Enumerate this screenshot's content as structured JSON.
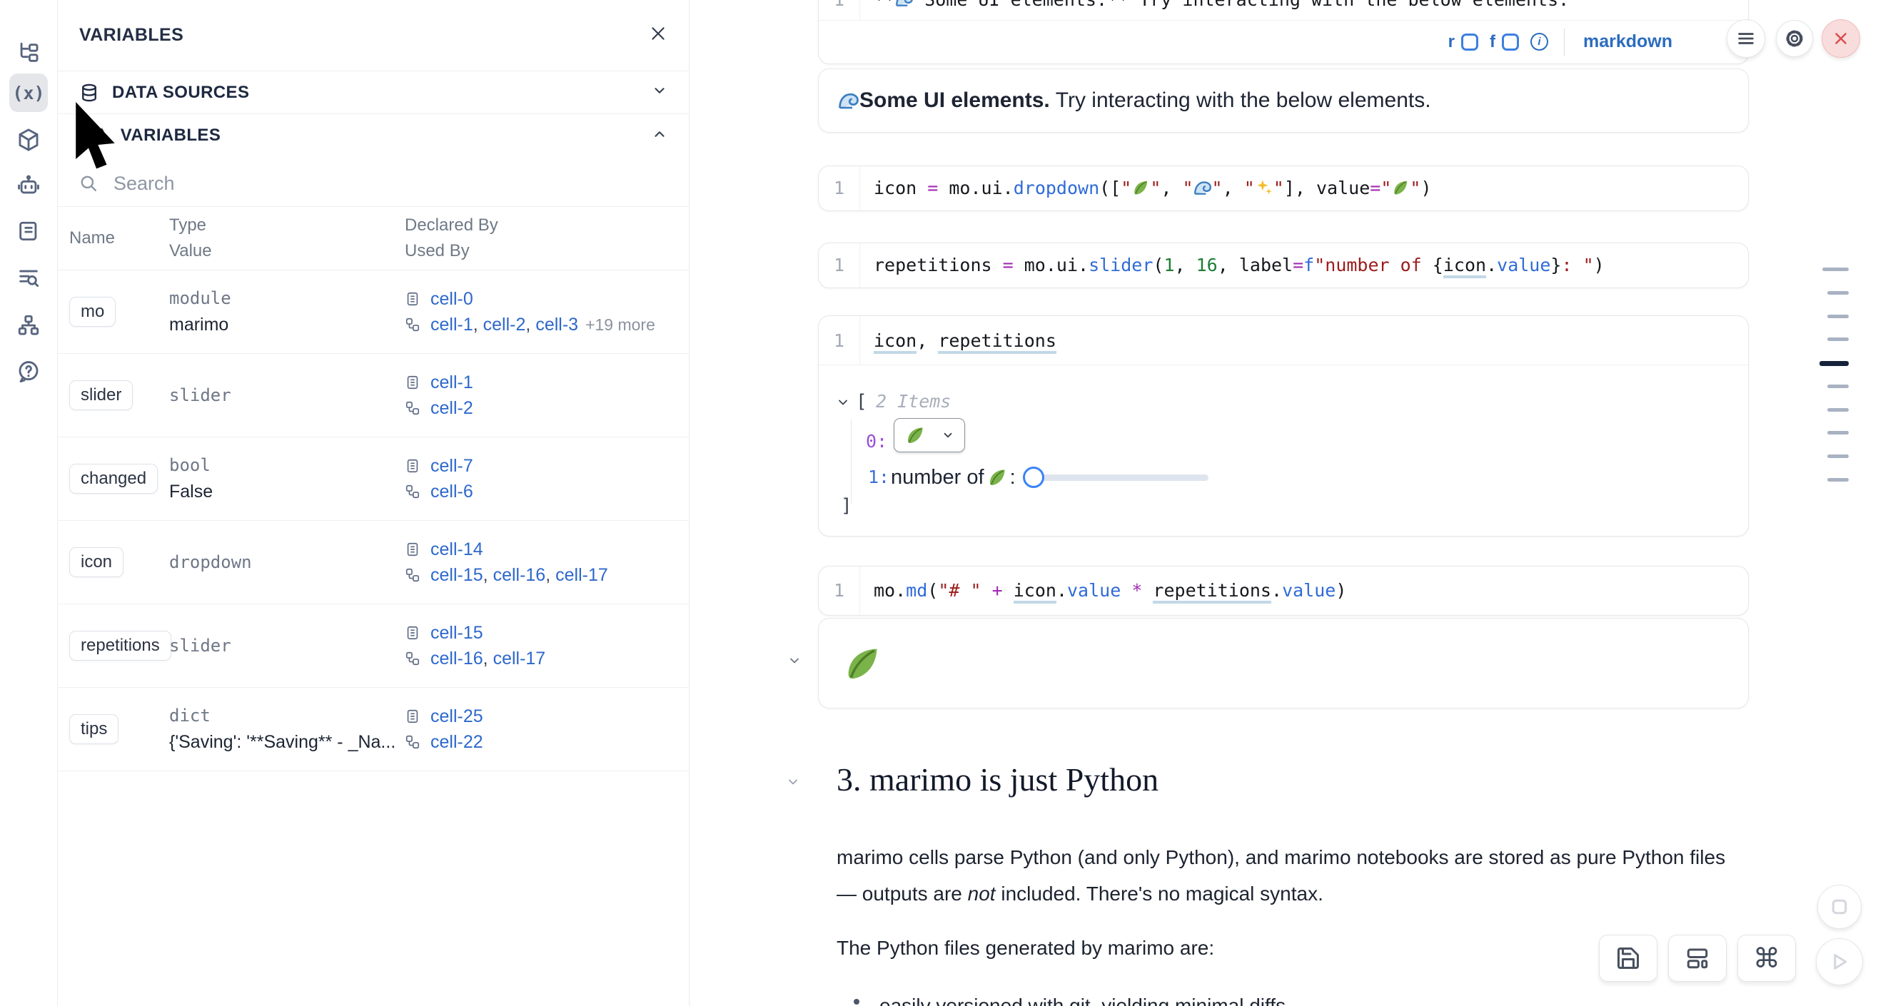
{
  "sidebar": {
    "items": [
      {
        "name": "file-tree"
      },
      {
        "name": "variables",
        "active": true
      },
      {
        "name": "packages"
      },
      {
        "name": "ai-assistant"
      },
      {
        "name": "snippets"
      },
      {
        "name": "logs"
      },
      {
        "name": "dependencies"
      },
      {
        "name": "help"
      }
    ]
  },
  "panel": {
    "title": "VARIABLES",
    "sections": [
      {
        "label": "DATA SOURCES",
        "state": "collapsed"
      },
      {
        "label": "VARIABLES",
        "state": "expanded"
      }
    ],
    "search": {
      "placeholder": "Search"
    },
    "table": {
      "headers": {
        "name": "Name",
        "type": "Type",
        "value": "Value",
        "declared": "Declared By",
        "used": "Used By"
      },
      "rows": [
        {
          "name": "mo",
          "type": "module",
          "value": "marimo",
          "declared": [
            "cell-0"
          ],
          "used": [
            "cell-1",
            "cell-2",
            "cell-3"
          ],
          "used_more": "+19 more"
        },
        {
          "name": "slider",
          "type": "slider",
          "value": "",
          "declared": [
            "cell-1"
          ],
          "used": [
            "cell-2"
          ],
          "used_more": ""
        },
        {
          "name": "changed",
          "type": "bool",
          "value": "False",
          "declared": [
            "cell-7"
          ],
          "used": [
            "cell-6"
          ],
          "used_more": ""
        },
        {
          "name": "icon",
          "type": "dropdown",
          "value": "",
          "declared": [
            "cell-14"
          ],
          "used": [
            "cell-15",
            "cell-16",
            "cell-17"
          ],
          "used_more": ""
        },
        {
          "name": "repetitions",
          "type": "slider",
          "value": "",
          "declared": [
            "cell-15"
          ],
          "used": [
            "cell-16",
            "cell-17"
          ],
          "used_more": ""
        },
        {
          "name": "tips",
          "type": "dict",
          "value": "{'Saving': '**Saving** - _Na...",
          "declared": [
            "cell-25"
          ],
          "used": [
            "cell-22"
          ],
          "used_more": ""
        }
      ]
    }
  },
  "notebook": {
    "cell_markdown_top": {
      "line_no": "1",
      "tokens": [
        {
          "t": "m",
          "x": "**"
        },
        {
          "t": "e",
          "k": "wave"
        },
        {
          "t": "m",
          "x": " Some UI elements.** Try interacting with the below elements."
        }
      ],
      "footer": {
        "r_label": "r",
        "f_label": "f",
        "info": "i",
        "language_label": "markdown"
      }
    },
    "markdown_output": {
      "bold": "Some UI elements.",
      "rest": "Try interacting with the below elements."
    },
    "cell_dropdown_def": {
      "line_no": "1",
      "tokens": [
        {
          "t": "v",
          "x": "icon "
        },
        {
          "t": "o",
          "x": "="
        },
        {
          "t": "v",
          "x": " mo"
        },
        {
          "t": "p",
          "x": "."
        },
        {
          "t": "v",
          "x": "ui"
        },
        {
          "t": "p",
          "x": "."
        },
        {
          "t": "f",
          "x": "dropdown"
        },
        {
          "t": "v",
          "x": "(["
        },
        {
          "t": "s",
          "x": "\""
        },
        {
          "t": "e",
          "k": "leaf"
        },
        {
          "t": "s",
          "x": "\""
        },
        {
          "t": "v",
          "x": ", "
        },
        {
          "t": "s",
          "x": "\""
        },
        {
          "t": "e",
          "k": "wave"
        },
        {
          "t": "s",
          "x": "\""
        },
        {
          "t": "v",
          "x": ", "
        },
        {
          "t": "s",
          "x": "\""
        },
        {
          "t": "e",
          "k": "sparkles"
        },
        {
          "t": "s",
          "x": "\""
        },
        {
          "t": "v",
          "x": "], value"
        },
        {
          "t": "o",
          "x": "="
        },
        {
          "t": "s",
          "x": "\""
        },
        {
          "t": "e",
          "k": "leaf"
        },
        {
          "t": "s",
          "x": "\""
        },
        {
          "t": "v",
          "x": ")"
        }
      ]
    },
    "cell_slider_def": {
      "line_no": "1",
      "tokens": [
        {
          "t": "v",
          "x": "repetitions "
        },
        {
          "t": "o",
          "x": "="
        },
        {
          "t": "v",
          "x": " mo"
        },
        {
          "t": "p",
          "x": "."
        },
        {
          "t": "v",
          "x": "ui"
        },
        {
          "t": "p",
          "x": "."
        },
        {
          "t": "f",
          "x": "slider"
        },
        {
          "t": "v",
          "x": "("
        },
        {
          "t": "n",
          "x": "1"
        },
        {
          "t": "v",
          "x": ", "
        },
        {
          "t": "n",
          "x": "16"
        },
        {
          "t": "v",
          "x": ", label"
        },
        {
          "t": "o",
          "x": "="
        },
        {
          "t": "f",
          "x": "f"
        },
        {
          "t": "s",
          "x": "\"number of "
        },
        {
          "t": "v",
          "x": "{"
        },
        {
          "t": "u",
          "x": "icon"
        },
        {
          "t": "p",
          "x": "."
        },
        {
          "t": "f",
          "x": "value"
        },
        {
          "t": "v",
          "x": "}"
        },
        {
          "t": "s",
          "x": ": \""
        },
        {
          "t": "v",
          "x": ")"
        }
      ]
    },
    "cell_tuple": {
      "line_no": "1",
      "tokens": [
        {
          "t": "u",
          "x": "icon"
        },
        {
          "t": "v",
          "x": ", "
        },
        {
          "t": "u",
          "x": "repetitions"
        }
      ],
      "output": {
        "bracket_open": "[",
        "items_label": "2 Items",
        "index0": "0:",
        "index1": "1:",
        "slider_label_prefix": "number of ",
        "slider_label_suffix": ":",
        "bracket_close": "]"
      }
    },
    "cell_md_expr": {
      "line_no": "1",
      "tokens": [
        {
          "t": "v",
          "x": "mo"
        },
        {
          "t": "p",
          "x": "."
        },
        {
          "t": "f",
          "x": "md"
        },
        {
          "t": "v",
          "x": "("
        },
        {
          "t": "s",
          "x": "\"# \""
        },
        {
          "t": "o",
          "x": " + "
        },
        {
          "t": "u",
          "x": "icon"
        },
        {
          "t": "p",
          "x": "."
        },
        {
          "t": "f",
          "x": "value"
        },
        {
          "t": "o",
          "x": " * "
        },
        {
          "t": "u",
          "x": "repetitions"
        },
        {
          "t": "p",
          "x": "."
        },
        {
          "t": "f",
          "x": "value"
        },
        {
          "t": "v",
          "x": ")"
        }
      ]
    },
    "section3": {
      "title": "3. marimo is just Python",
      "para1_line1": "marimo cells parse Python (and only Python), and marimo notebooks are stored as pure Python files",
      "para1_line2_prefix": "— outputs are ",
      "para1_italic": "not",
      "para1_line2_suffix": " included. There's no magical syntax.",
      "para2": "The Python files generated by marimo are:",
      "bullet1": "easily versioned with git, yielding minimal diffs"
    }
  },
  "minimap": {
    "count": 10,
    "active_index": 4
  },
  "colors": {
    "accent_blue": "#2b6cbf",
    "link_blue": "#2d68cc",
    "danger_red": "#d94f4f",
    "string_red": "#9c1c1c",
    "operator_purple": "#a32bb5",
    "number_green": "#1e7e34"
  }
}
